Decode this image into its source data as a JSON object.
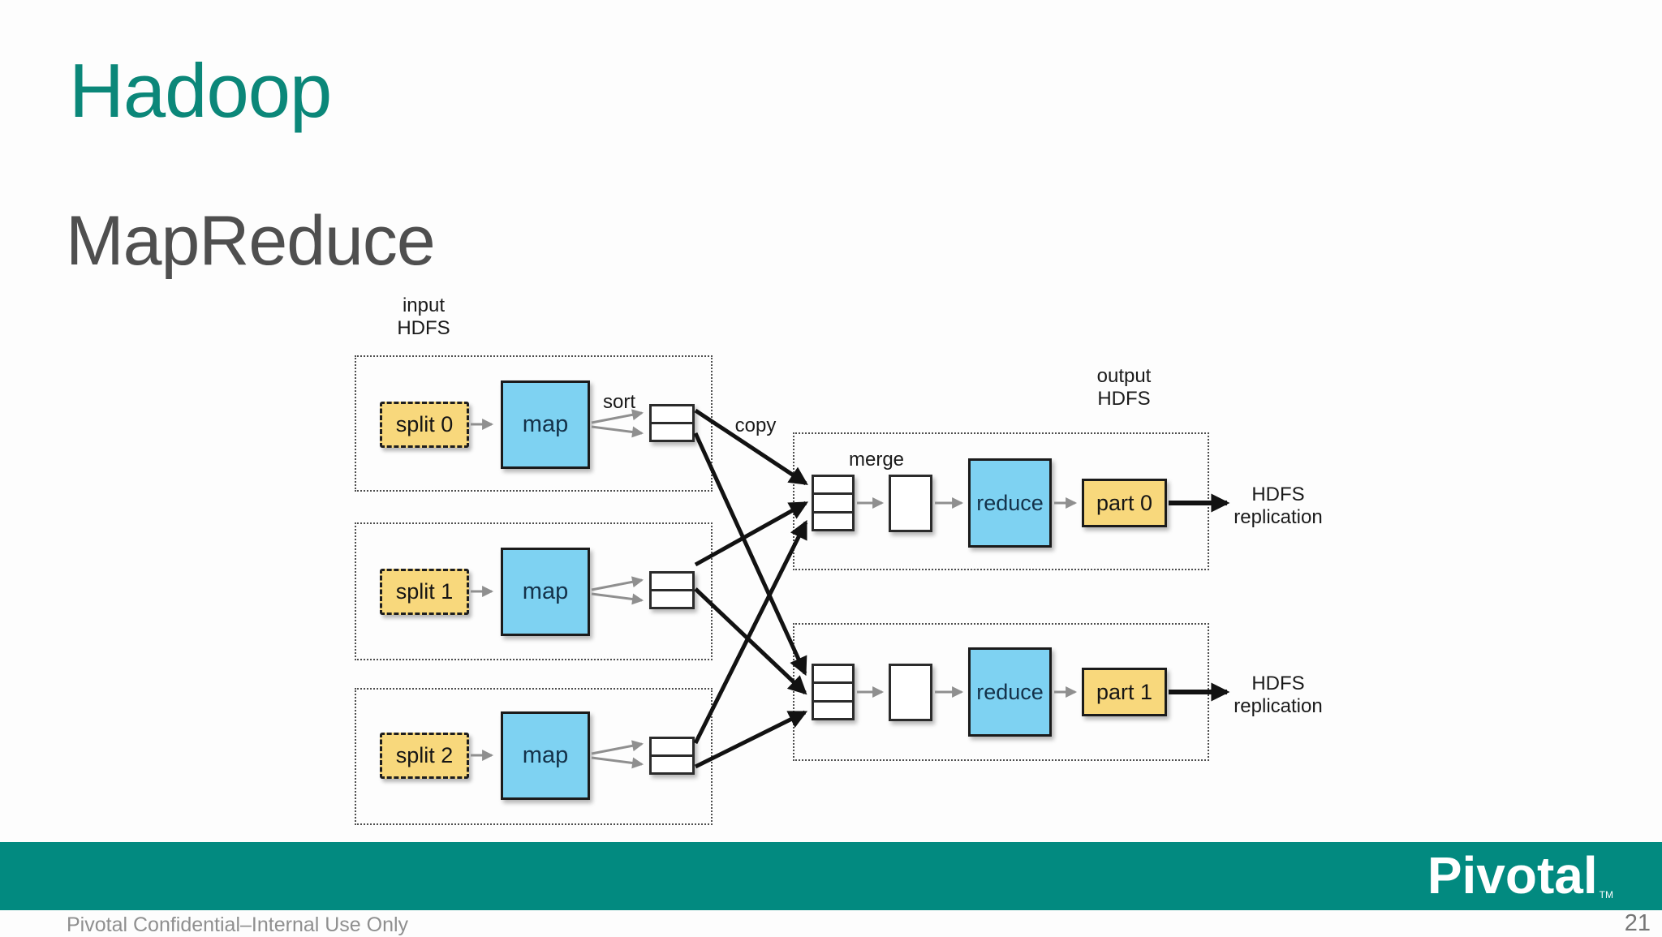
{
  "slide": {
    "title": "Hadoop",
    "subtitle": "MapReduce"
  },
  "diagram": {
    "input_hdfs": {
      "line1": "input",
      "line2": "HDFS"
    },
    "output_hdfs": {
      "line1": "output",
      "line2": "HDFS"
    },
    "sort_label": "sort",
    "copy_label": "copy",
    "merge_label": "merge",
    "map_rows": [
      {
        "split": "split 0",
        "map": "map"
      },
      {
        "split": "split 1",
        "map": "map"
      },
      {
        "split": "split 2",
        "map": "map"
      }
    ],
    "reduce_rows": [
      {
        "reduce": "reduce",
        "part": "part 0",
        "replication": {
          "line1": "HDFS",
          "line2": "replication"
        }
      },
      {
        "reduce": "reduce",
        "part": "part 1",
        "replication": {
          "line1": "HDFS",
          "line2": "replication"
        }
      }
    ]
  },
  "footer": {
    "confidential": "Pivotal Confidential–Internal Use Only",
    "page_number": "21",
    "logo_text": "Pivotal",
    "logo_tm": "TM"
  },
  "colors": {
    "brand_teal": "#028A80",
    "title_teal": "#0B8779",
    "node_blue": "#7ED2F2",
    "node_yellow": "#F8D87C",
    "subtitle_gray": "#4F4F4F"
  }
}
